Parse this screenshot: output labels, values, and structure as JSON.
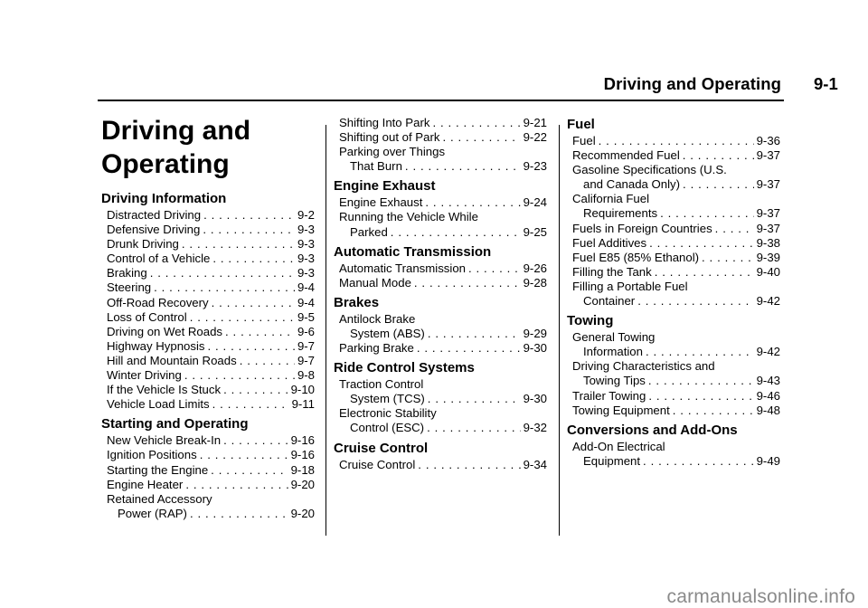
{
  "header": {
    "title": "Driving and Operating",
    "page": "9-1"
  },
  "chapter_title_line1": "Driving and",
  "chapter_title_line2": "Operating",
  "columns": [
    [
      {
        "title": "Driving Information",
        "items": [
          {
            "text": "Distracted Driving",
            "page": "9-2"
          },
          {
            "text": "Defensive Driving",
            "page": "9-3"
          },
          {
            "text": "Drunk Driving",
            "page": "9-3"
          },
          {
            "text": "Control of a Vehicle",
            "page": "9-3"
          },
          {
            "text": "Braking",
            "page": "9-3"
          },
          {
            "text": "Steering",
            "page": "9-4"
          },
          {
            "text": "Off-Road Recovery",
            "page": "9-4"
          },
          {
            "text": "Loss of Control",
            "page": "9-5"
          },
          {
            "text": "Driving on Wet Roads",
            "page": "9-6"
          },
          {
            "text": "Highway Hypnosis",
            "page": "9-7"
          },
          {
            "text": "Hill and Mountain Roads",
            "page": "9-7"
          },
          {
            "text": "Winter Driving",
            "page": "9-8"
          },
          {
            "text": "If the Vehicle Is Stuck",
            "page": "9-10"
          },
          {
            "text": "Vehicle Load Limits",
            "page": "9-11"
          }
        ]
      },
      {
        "title": "Starting and Operating",
        "items": [
          {
            "text": "New Vehicle Break-In",
            "page": "9-16"
          },
          {
            "text": "Ignition Positions",
            "page": "9-16"
          },
          {
            "text": "Starting the Engine",
            "page": "9-18"
          },
          {
            "text": "Engine Heater",
            "page": "9-20"
          },
          {
            "line1": "Retained Accessory",
            "text": "Power (RAP)",
            "page": "9-20"
          }
        ]
      }
    ],
    [
      {
        "title": "",
        "items": [
          {
            "text": "Shifting Into Park",
            "page": "9-21"
          },
          {
            "text": "Shifting out of Park",
            "page": "9-22"
          },
          {
            "line1": "Parking over Things",
            "text": "That Burn",
            "page": "9-23"
          }
        ]
      },
      {
        "title": "Engine Exhaust",
        "items": [
          {
            "text": "Engine Exhaust",
            "page": "9-24"
          },
          {
            "line1": "Running the Vehicle While",
            "text": "Parked",
            "page": "9-25"
          }
        ]
      },
      {
        "title": "Automatic Transmission",
        "items": [
          {
            "text": "Automatic Transmission",
            "page": "9-26"
          },
          {
            "text": "Manual Mode",
            "page": "9-28"
          }
        ]
      },
      {
        "title": "Brakes",
        "items": [
          {
            "line1": "Antilock Brake",
            "text": "System (ABS)",
            "page": "9-29"
          },
          {
            "text": "Parking Brake",
            "page": "9-30"
          }
        ]
      },
      {
        "title": "Ride Control Systems",
        "items": [
          {
            "line1": "Traction Control",
            "text": "System (TCS)",
            "page": "9-30"
          },
          {
            "line1": "Electronic Stability",
            "text": "Control (ESC)",
            "page": "9-32"
          }
        ]
      },
      {
        "title": "Cruise Control",
        "items": [
          {
            "text": "Cruise Control",
            "page": "9-34"
          }
        ]
      }
    ],
    [
      {
        "title": "Fuel",
        "items": [
          {
            "text": "Fuel",
            "page": "9-36"
          },
          {
            "text": "Recommended Fuel",
            "page": "9-37"
          },
          {
            "line1": "Gasoline Specifications (U.S.",
            "text": "and Canada Only)",
            "page": "9-37"
          },
          {
            "line1": "California Fuel",
            "text": "Requirements",
            "page": "9-37"
          },
          {
            "text": "Fuels in Foreign Countries",
            "page": "9-37"
          },
          {
            "text": "Fuel Additives",
            "page": "9-38"
          },
          {
            "text": "Fuel E85 (85% Ethanol)",
            "page": "9-39"
          },
          {
            "text": "Filling the Tank",
            "page": "9-40"
          },
          {
            "line1": "Filling a Portable Fuel",
            "text": "Container",
            "page": "9-42"
          }
        ]
      },
      {
        "title": "Towing",
        "items": [
          {
            "line1": "General Towing",
            "text": "Information",
            "page": "9-42"
          },
          {
            "line1": "Driving Characteristics and",
            "text": "Towing Tips",
            "page": "9-43"
          },
          {
            "text": "Trailer Towing",
            "page": "9-46"
          },
          {
            "text": "Towing Equipment",
            "page": "9-48"
          }
        ]
      },
      {
        "title": "Conversions and Add-Ons",
        "items": [
          {
            "line1": "Add-On Electrical",
            "text": "Equipment",
            "page": "9-49"
          }
        ]
      }
    ]
  ],
  "watermark": "carmanualsonline.info"
}
